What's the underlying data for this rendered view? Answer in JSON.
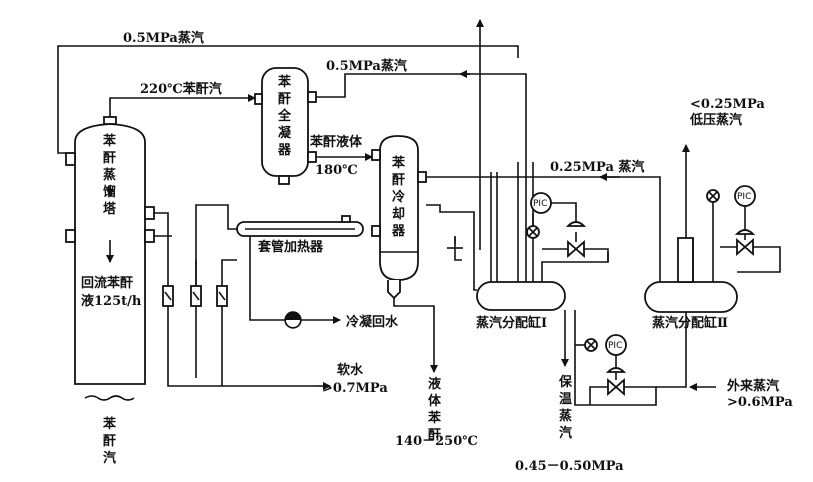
{
  "labels": {
    "top_steam": "0.5MPa蒸汽",
    "condenser_steam": "0.5MPa蒸汽",
    "vapor_220": "220℃苯酐汽",
    "liquid_pa": "苯酐液体",
    "temp_180": "180℃",
    "steam_025": "0.25MPa 蒸汽",
    "low_pressure_val": "<0.25MPa",
    "low_pressure_name": "低压蒸汽",
    "sleeve_heater": "套管加热器",
    "condensate_return": "冷凝回水",
    "soft_water_1": "软水",
    "soft_water_2": ">0.7MPa",
    "header1": "蒸汽分配缸Ⅰ",
    "header2": "蒸汽分配缸Ⅱ",
    "external_steam_1": "外来蒸汽",
    "external_steam_2": ">0.6MPa",
    "insulation_pressure": "0.45－0.50MPa",
    "liquid_temp": "140－250℃",
    "reflux_1": "回流苯酐",
    "reflux_2": "液125t/h"
  },
  "vertical_labels": {
    "tower": [
      "苯",
      "酐",
      "蒸",
      "馏",
      "塔"
    ],
    "condenser": [
      "苯",
      "酐",
      "全",
      "凝",
      "器"
    ],
    "cooler": [
      "苯",
      "酐",
      "冷",
      "却",
      "器"
    ],
    "pa_vapor_in": [
      "苯",
      "酐",
      "汽"
    ],
    "liquid_out": [
      "液",
      "体",
      "苯",
      "酐"
    ],
    "insulation_steam": [
      "保",
      "温",
      "蒸",
      "汽"
    ]
  },
  "instrument_tag": "PIC"
}
